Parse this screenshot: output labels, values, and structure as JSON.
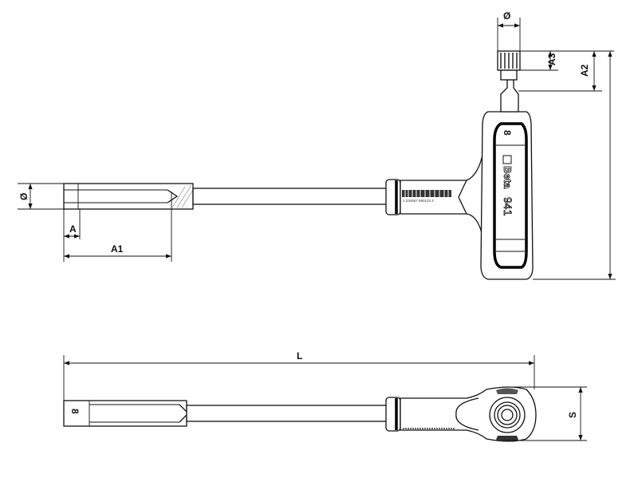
{
  "dimensions": {
    "top_diameter": "Ø",
    "a3": "A3",
    "a2": "A2",
    "left_diameter": "Ø",
    "a": "A",
    "a1": "A1",
    "length": "L",
    "s": "S"
  },
  "handle": {
    "size": "8",
    "brand": "Beta",
    "model": "941",
    "barcode": "1 234567 890123 4"
  },
  "side_view": {
    "size": "8"
  }
}
